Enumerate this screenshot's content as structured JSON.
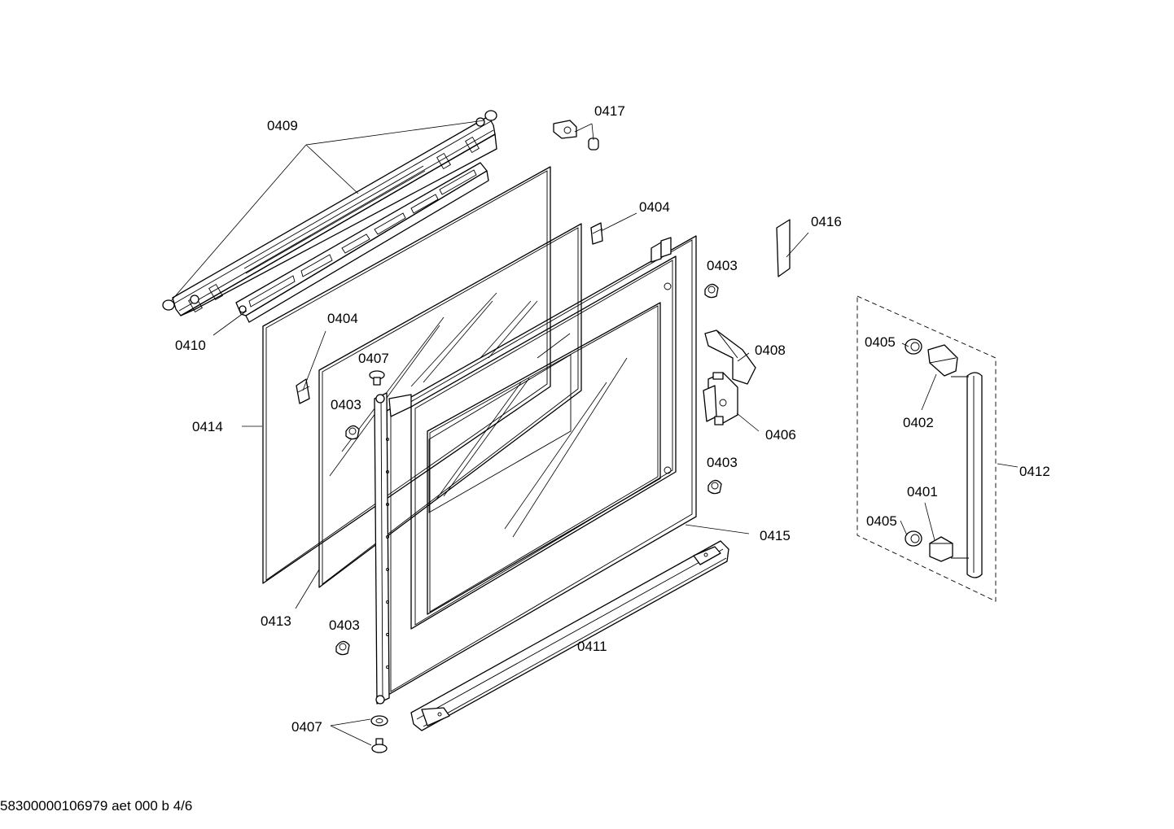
{
  "diagram": {
    "labels": {
      "l0409": "0409",
      "l0410": "0410",
      "l0417": "0417",
      "l0404a": "0404",
      "l0416": "0416",
      "l0403a": "0403",
      "l0404b": "0404",
      "l0407a": "0407",
      "l0408": "0408",
      "l0405a": "0405",
      "l0403b": "0403",
      "l0414": "0414",
      "l0402": "0402",
      "l0406": "0406",
      "l0403c": "0403",
      "l0412": "0412",
      "l0401": "0401",
      "l0405b": "0405",
      "l0415": "0415",
      "l0413": "0413",
      "l0403d": "0403",
      "l0411": "0411",
      "l0407b": "0407"
    },
    "footer": "58300000106979 aet 000 b 4/6"
  }
}
